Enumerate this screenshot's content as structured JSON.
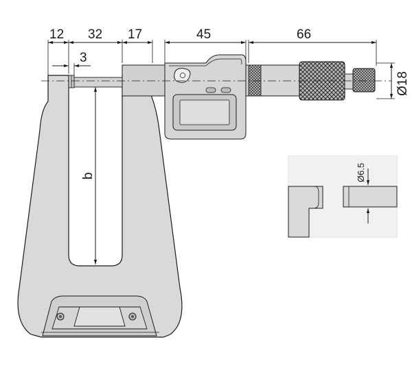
{
  "dimensions": {
    "top_labels": [
      "12",
      "32",
      "17",
      "45",
      "66"
    ],
    "anvil_gap": "3",
    "depth": "b",
    "spindle_dia": "Ø18",
    "detail_dia": "Ø6.5"
  },
  "colors": {
    "body": "#d9d9d9",
    "detail_bg": "#e8e8e8",
    "line": "#1a1a1a"
  }
}
